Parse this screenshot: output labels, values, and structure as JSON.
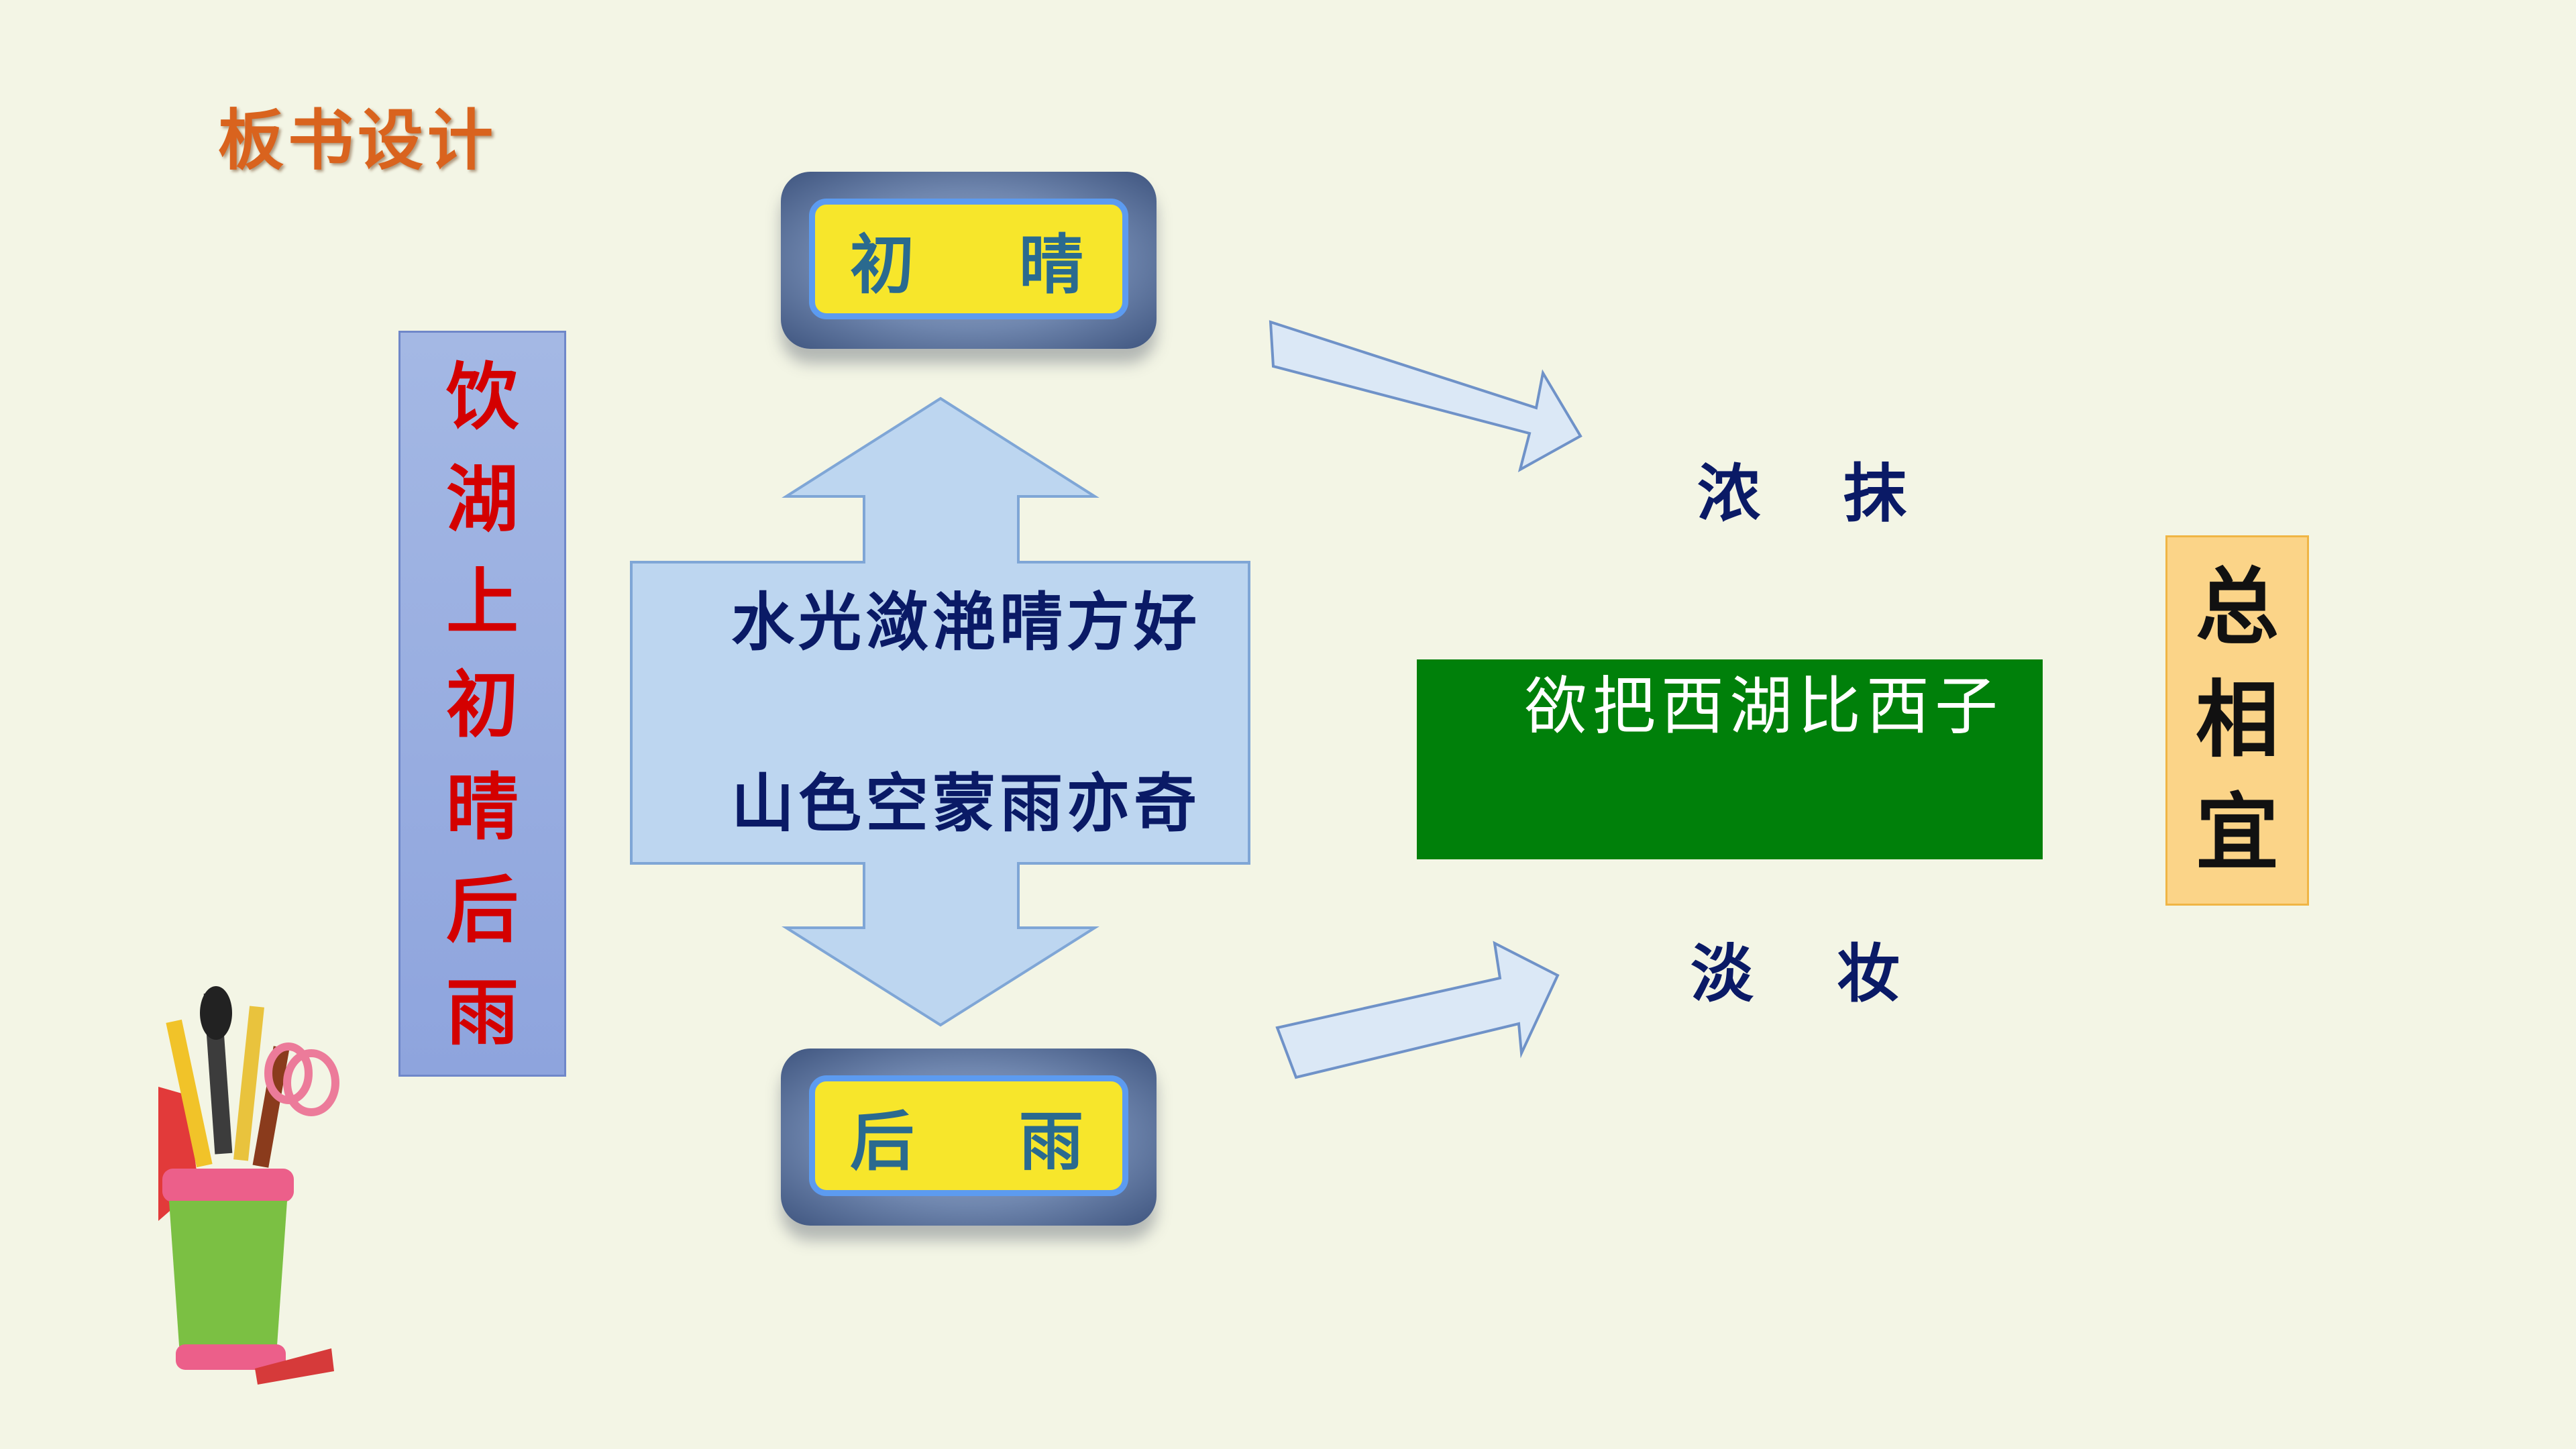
{
  "heading": "板书设计",
  "title_chars": [
    "饮",
    "湖",
    "上",
    "初",
    "晴",
    "后",
    "雨"
  ],
  "top_badge": {
    "left": "初",
    "right": "晴"
  },
  "bottom_badge": {
    "left": "后",
    "right": "雨"
  },
  "center_lines": [
    "水光潋滟晴方好",
    "山色空蒙雨亦奇"
  ],
  "right_upper": {
    "left": "浓",
    "right": "抹"
  },
  "right_lower": {
    "left": "淡",
    "right": "妆"
  },
  "green_box_text": "欲把西湖比西子",
  "conclusion_chars": [
    "总",
    "相",
    "宜"
  ]
}
